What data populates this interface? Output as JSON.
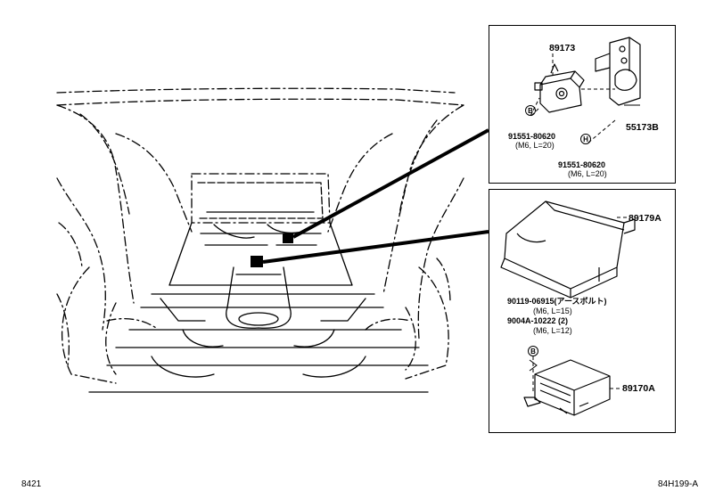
{
  "top_box": {
    "part_main": "89173",
    "part_bracket": "55173B",
    "bolt_left": {
      "number": "91551-80620",
      "spec": "(M6, L=20)",
      "marker": "B"
    },
    "bolt_right": {
      "number": "91551-80620",
      "spec": "(M6, L=20)",
      "marker": "H"
    }
  },
  "bottom_box": {
    "part_cover": "89179A",
    "bolt_1": {
      "number": "90119-06915(アースボルト)",
      "spec": "(M6, L=15)"
    },
    "bolt_2": {
      "number": "9004A-10222 (2)",
      "spec": "(M6, L=12)"
    },
    "marker": "B",
    "part_ecu": "89170A"
  },
  "footer": {
    "left_code": "8421",
    "right_code": "84H199-A"
  }
}
